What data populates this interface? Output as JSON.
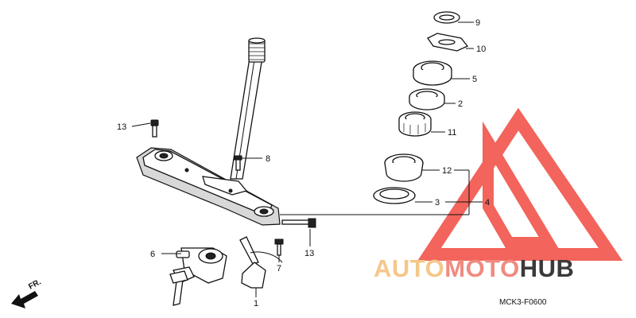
{
  "diagram": {
    "part_callouts": [
      "9",
      "10",
      "5",
      "2",
      "11",
      "13",
      "8",
      "12",
      "3",
      "4",
      "6",
      "13",
      "7",
      "1"
    ],
    "drawing_code": "MCK3-F0600",
    "direction_label": "FR."
  },
  "watermark": {
    "word_1": "AUTO",
    "word_2": "MOTO",
    "word_3": "HUB",
    "color_1": "#f5c78a",
    "color_2": "#f08a80",
    "color_3": "#3a3a3a",
    "mark_color": "#f04a40"
  }
}
